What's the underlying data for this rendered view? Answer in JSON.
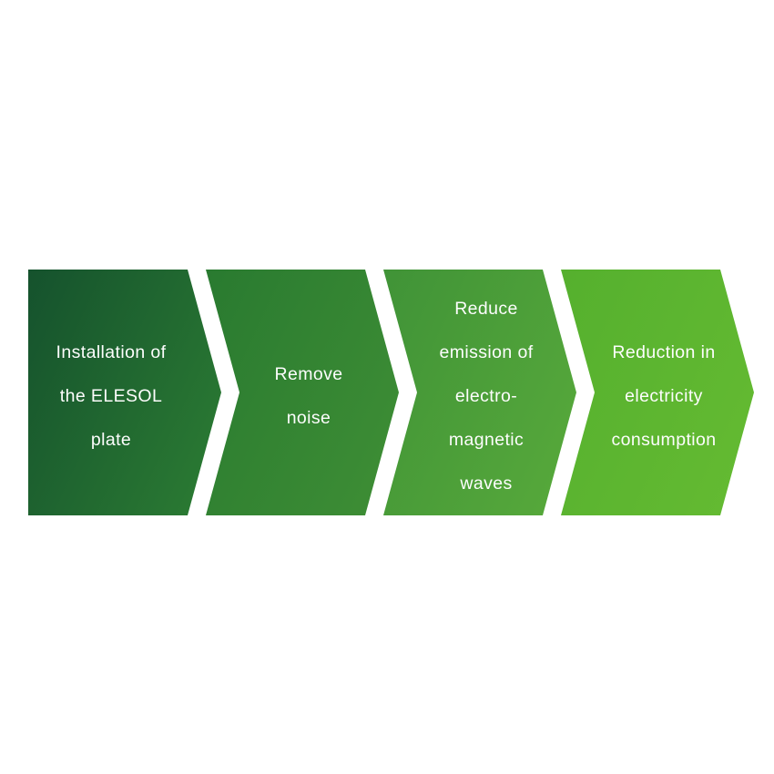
{
  "diagram": {
    "type": "process-flow-chevrons",
    "background_color": "#ffffff",
    "text_color": "#fdfdfd",
    "steps": [
      {
        "label": "Installation of the ELESOL plate",
        "lines": [
          "Installation of",
          "the ELESOL",
          "plate"
        ],
        "gradient_from": "#15522d",
        "gradient_to": "#2c7d33"
      },
      {
        "label": "Remove noise",
        "lines": [
          "Remove",
          "noise"
        ],
        "gradient_from": "#297a30",
        "gradient_to": "#3f8f35"
      },
      {
        "label": "Reduce emission of electro-magnetic waves",
        "lines": [
          "Reduce",
          "emission of",
          "electro-",
          "magnetic",
          "waves"
        ],
        "gradient_from": "#409337",
        "gradient_to": "#58aa3b"
      },
      {
        "label": "Reduction in electricity consumption",
        "lines": [
          "Reduction in",
          "electricity",
          "consumption"
        ],
        "gradient_from": "#55b02e",
        "gradient_to": "#65bb32"
      }
    ]
  }
}
